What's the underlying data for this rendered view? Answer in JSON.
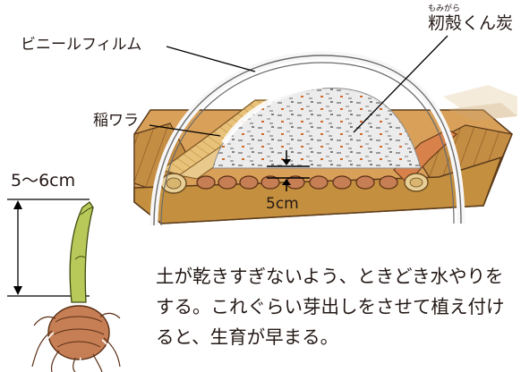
{
  "labels": {
    "vinyl_film": "ビニールフィルム",
    "rice_husk_charcoal_ruby": "もみがら",
    "rice_husk_charcoal": "籾殻くん炭",
    "rice_straw": "稲ワラ",
    "sprout_height": "5〜6cm",
    "soil_depth": "5cm"
  },
  "caption": {
    "line1": "土が乾きすぎないよう、ときどき水やりを",
    "line2": "する。これぐらい芽出しをさせて植え付け",
    "line3": "ると、生育が早まる。"
  },
  "colors": {
    "soil": "#c28a3e",
    "straw": "#e0b66c",
    "husk_charcoal": "#e6e6e6",
    "tuber": "#c67f55",
    "sprout": "#b8c95a",
    "film_line": "#6b6b6b"
  }
}
